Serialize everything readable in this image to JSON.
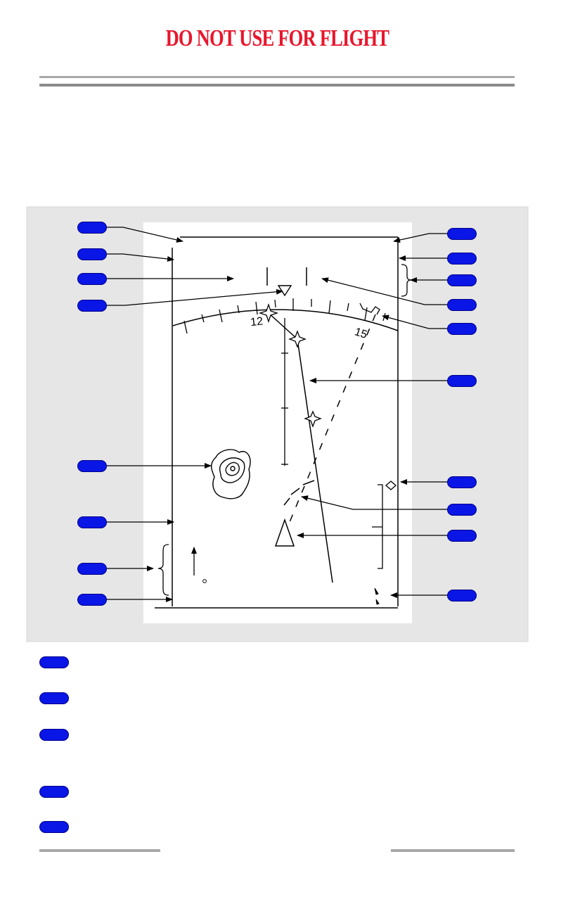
{
  "header": {
    "warning": "DO NOT USE FOR FLIGHT"
  },
  "display": {
    "compass_labels": [
      "12",
      "15"
    ]
  },
  "colors": {
    "warning_red": "#e8162c",
    "callout_blue": "#0a16e6",
    "panel_gray": "#e6e6e6",
    "rule_gray": "#a8a8a8"
  }
}
